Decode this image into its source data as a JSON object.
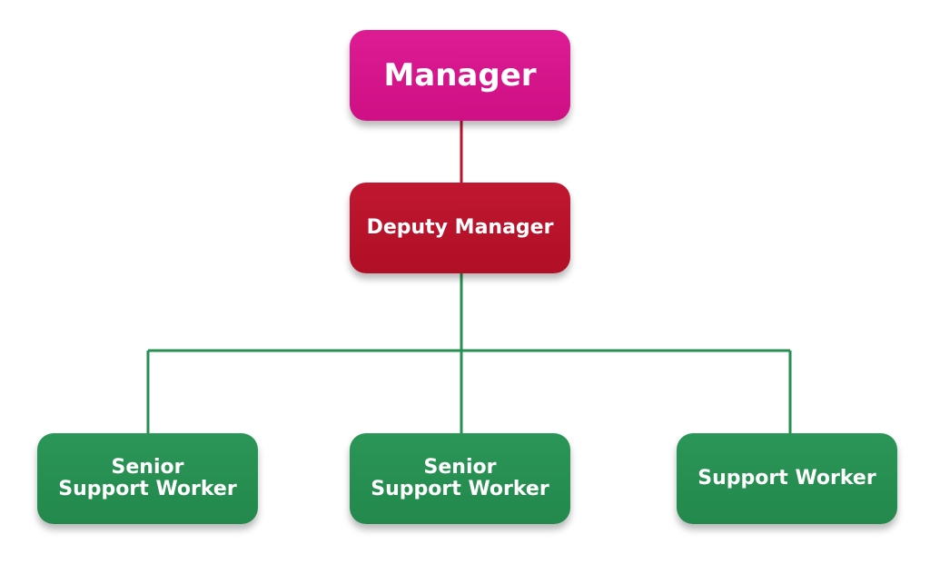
{
  "colors": {
    "manager": "#d6178b",
    "deputy": "#b8132b",
    "worker": "#268f51",
    "line_red": "#b8132b",
    "line_green": "#268f51"
  },
  "nodes": {
    "manager": {
      "lines": [
        "Manager"
      ]
    },
    "deputy": {
      "lines": [
        "Deputy Manager"
      ]
    },
    "senior_1": {
      "lines": [
        "Senior",
        "Support Worker"
      ]
    },
    "senior_2": {
      "lines": [
        "Senior",
        "Support Worker"
      ]
    },
    "support": {
      "lines": [
        "Support Worker"
      ]
    }
  }
}
